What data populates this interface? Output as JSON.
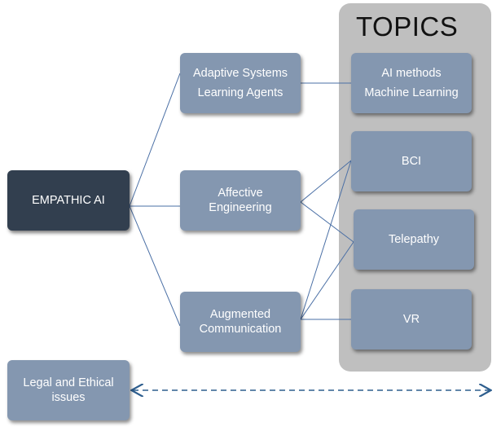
{
  "topics": {
    "title": "TOPICS"
  },
  "nodes": {
    "empathic_ai": [
      "EMPATHIC AI"
    ],
    "adaptive": [
      "Adaptive Systems",
      "Learning Agents"
    ],
    "affective": [
      "Affective",
      "Engineering"
    ],
    "augmented": [
      "Augmented",
      "Communication"
    ],
    "ai_methods": [
      "AI methods",
      "Machine Learning"
    ],
    "bci": [
      "BCI"
    ],
    "telepathy": [
      "Telepathy"
    ],
    "vr": [
      "VR"
    ],
    "legal": [
      "Legal and Ethical",
      "issues"
    ]
  },
  "colors": {
    "node_fill": "#8497b0",
    "root_fill": "#323f4f",
    "panel_fill": "#bfbfbf",
    "connector": "#4a6fa5",
    "dashed_arrow": "#2e5e8e"
  }
}
